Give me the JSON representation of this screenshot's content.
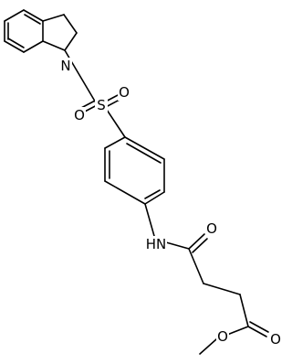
{
  "diagram": {
    "type": "chemical-structure",
    "line_color": "#000000",
    "background": "#ffffff",
    "atoms": {
      "n_indoline": "N",
      "s_sulfonyl": "S",
      "o_sulfonyl_left": "O",
      "o_sulfonyl_right": "O",
      "nh_amide": "HN",
      "o_amide": "O",
      "o_ester_carbonyl": "O",
      "o_ester_ether": "O"
    }
  }
}
